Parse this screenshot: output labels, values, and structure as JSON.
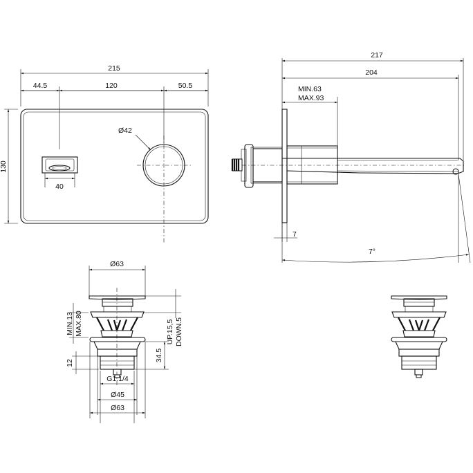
{
  "plate_front": {
    "width_total": "215",
    "offset_left": "44.5",
    "center_spacing": "120",
    "offset_right": "50.5",
    "height": "130",
    "knob_diameter": "Ø42",
    "spout_width": "40"
  },
  "side_view": {
    "total_length": "217",
    "projection": "204",
    "depth_min": "MIN.63",
    "depth_max": "MAX.93",
    "plate_thickness": "7",
    "angle": "7°"
  },
  "drain_view": {
    "cap_diameter": "Ø63",
    "adjust_min": "MIN.13",
    "adjust_max": "MAX.80",
    "travel_up": "UP.15,5",
    "travel_down": "DOWN.5",
    "body_height": "34.5",
    "thread_height": "12",
    "thread": "G1.1/4",
    "body_diameter": "Ø45",
    "flange_diameter": "Ø63"
  }
}
